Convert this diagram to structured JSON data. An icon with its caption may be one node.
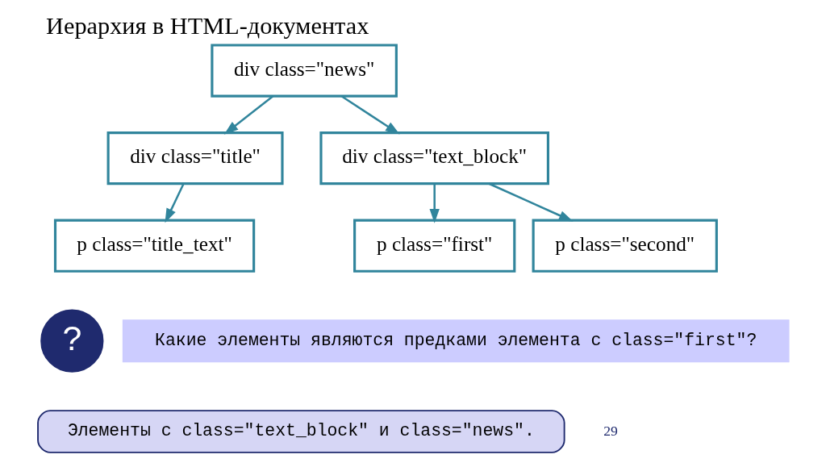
{
  "diagram": {
    "title": "Иерархия в HTML-документах",
    "nodes": [
      {
        "text": [
          "div class=\"news\""
        ]
      },
      {
        "text": [
          "div class=\"title\""
        ]
      },
      {
        "text": [
          "div class=\"text_block\""
        ]
      },
      {
        "text": [
          "p class=\"title_text\""
        ]
      },
      {
        "text": [
          "p class=\"first\""
        ]
      },
      {
        "text": [
          "p class=\"second\""
        ]
      },
      {
        "text": [
          "?"
        ]
      },
      {
        "text": [
          "Какие элементы являются предками элемента с class=\"first\"?"
        ]
      },
      {
        "text": [
          "Элементы с class=\"text_block\" и class=\"news\"."
        ]
      }
    ],
    "edges": [
      {
        "from": 0,
        "to": 1,
        "arrow": "to"
      },
      {
        "from": 0,
        "to": 2,
        "arrow": "to"
      },
      {
        "from": 1,
        "to": 3,
        "arrow": "to"
      },
      {
        "from": 2,
        "to": 4,
        "arrow": "to"
      },
      {
        "from": 2,
        "to": 5,
        "arrow": "to"
      }
    ],
    "labels": [
      "29"
    ]
  }
}
